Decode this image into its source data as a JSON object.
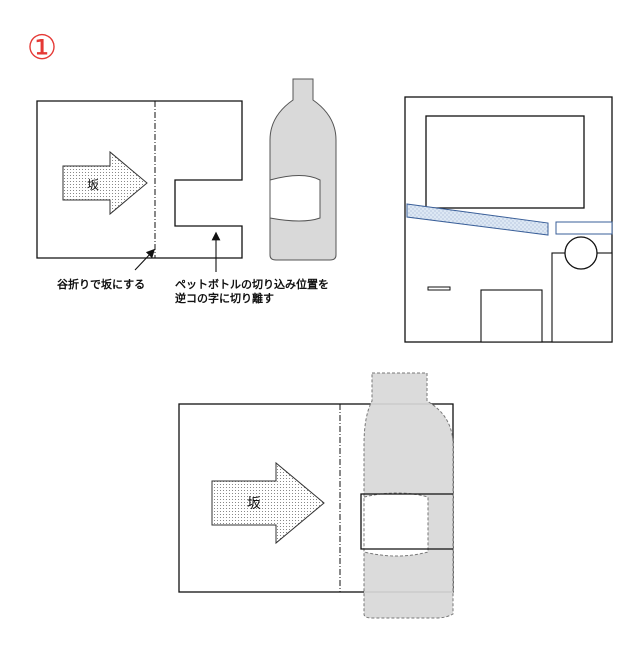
{
  "step_number": "①",
  "top_left": {
    "arrow_label": "坂",
    "fold_label": "谷折りで坂にする",
    "cut_label_line1": "ペットボトルの切り込み位置を",
    "cut_label_line2": "逆コの字に切り離す"
  },
  "bottom": {
    "arrow_label": "坂"
  },
  "colors": {
    "outline": "#111111",
    "bottle_fill": "#d9d9d9",
    "ramp_fill": "#dce8f5",
    "ramp_stroke": "#3a5f99",
    "step_number": "#e53935"
  }
}
